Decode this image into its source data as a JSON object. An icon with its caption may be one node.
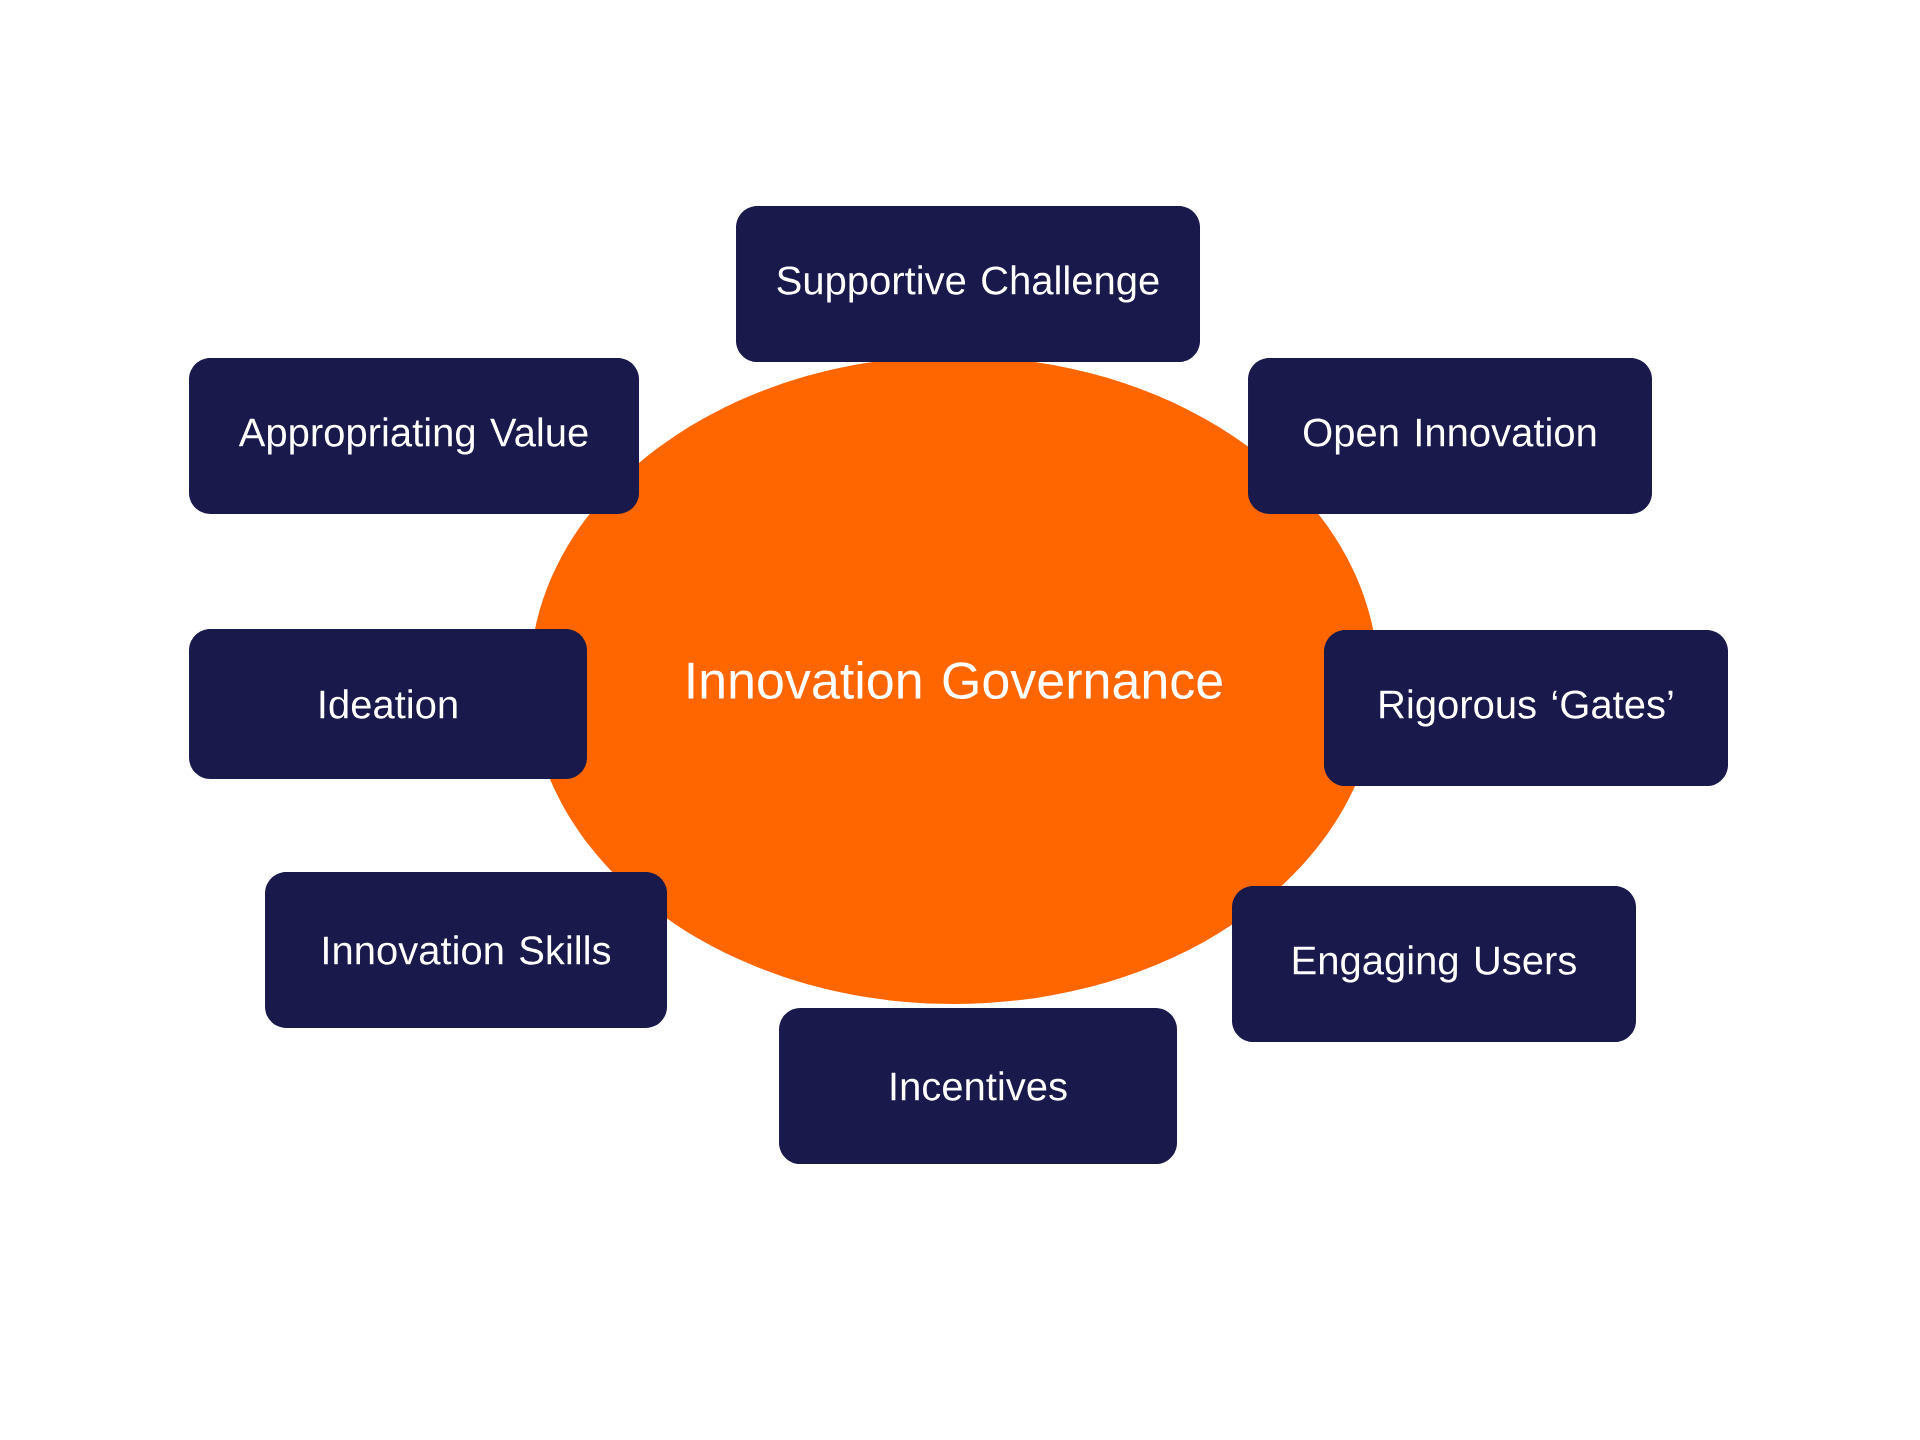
{
  "diagram": {
    "nodes": [
      {
        "text": [
          "Innovation Governance"
        ]
      },
      {
        "text": [
          "Supportive Challenge"
        ]
      },
      {
        "text": [
          "Appropriating Value"
        ]
      },
      {
        "text": [
          "Open Innovation"
        ]
      },
      {
        "text": [
          "Ideation"
        ]
      },
      {
        "text": [
          "Rigorous ‘Gates’"
        ]
      },
      {
        "text": [
          "Innovation Skills"
        ]
      },
      {
        "text": [
          "Engaging Users"
        ]
      },
      {
        "text": [
          "Incentives"
        ]
      }
    ]
  }
}
